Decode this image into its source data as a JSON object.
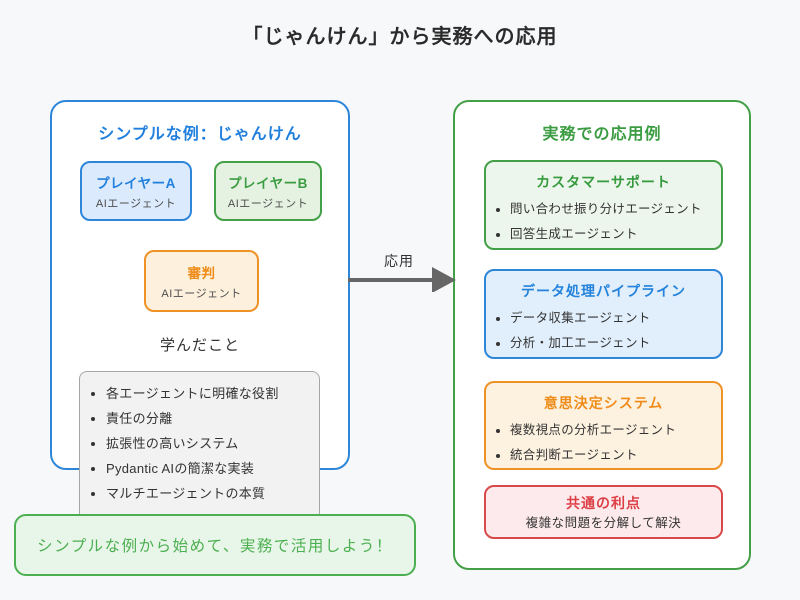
{
  "page": {
    "title": "「じゃんけん」から実務への応用"
  },
  "colors": {
    "background": "#f7f8fa",
    "blue": "#2e86d9",
    "blue_fill": "#dbeafc",
    "green": "#43a047",
    "green_fill": "#e5f2e2",
    "green_card_fill": "#ecf6ec",
    "orange": "#ef9226",
    "orange_fill": "#fdf1dd",
    "red": "#d84a4a",
    "red_fill": "#fdeaec",
    "gray_box_fill": "#f2f2f2",
    "arrow_gray": "#666666",
    "footer_green": "#4caf50",
    "footer_fill": "#e8f6e9"
  },
  "left_panel": {
    "title": "シンプルな例：じゃんけん",
    "player_a": {
      "title": "プレイヤーA",
      "subtitle": "AIエージェント"
    },
    "player_b": {
      "title": "プレイヤーB",
      "subtitle": "AIエージェント"
    },
    "judge": {
      "title": "審判",
      "subtitle": "AIエージェント"
    },
    "learned_heading": "学んだこと",
    "learned_items": [
      "各エージェントに明確な役割",
      "責任の分離",
      "拡張性の高いシステム",
      "Pydantic AIの簡潔な実装",
      "マルチエージェントの本質"
    ]
  },
  "arrow": {
    "label": "応用"
  },
  "right_panel": {
    "title": "実務での応用例",
    "cards": [
      {
        "title": "カスタマーサポート",
        "items": [
          "問い合わせ振り分けエージェント",
          "回答生成エージェント"
        ]
      },
      {
        "title": "データ処理パイプライン",
        "items": [
          "データ収集エージェント",
          "分析・加工エージェント"
        ]
      },
      {
        "title": "意思決定システム",
        "items": [
          "複数視点の分析エージェント",
          "統合判断エージェント"
        ]
      },
      {
        "title": "共通の利点",
        "subtitle": "複雑な問題を分解して解決"
      }
    ]
  },
  "footer": {
    "message": "シンプルな例から始めて、実務で活用しよう！"
  }
}
